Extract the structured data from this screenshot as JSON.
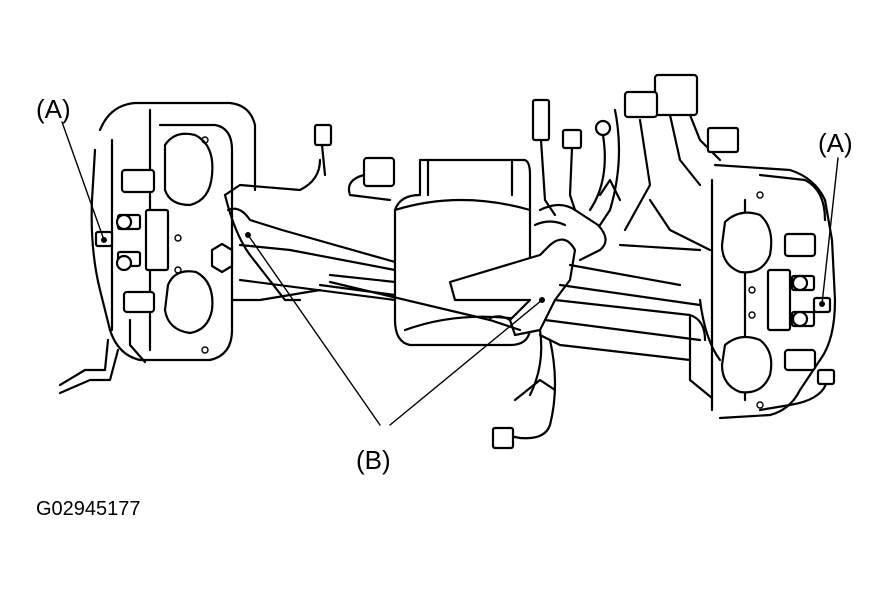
{
  "diagram": {
    "callouts": {
      "left_a": "(A)",
      "right_a": "(A)",
      "center_b": "(B)"
    },
    "figure_code": "G02945177"
  }
}
